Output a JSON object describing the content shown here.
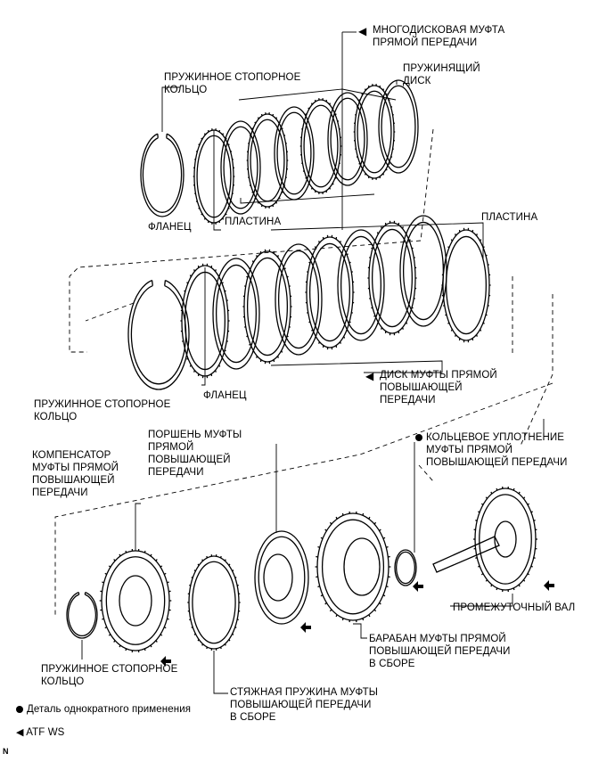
{
  "labels": {
    "multidisc_clutch": [
      "МНОГОДИСКОВАЯ МУФТА",
      "ПРЯМОЙ ПЕРЕДАЧИ"
    ],
    "snap_ring_top": [
      "ПРУЖИННОЕ СТОПОРНОЕ",
      "КОЛЬЦО"
    ],
    "cushion_plate": [
      "ПРУЖИНЯЩИЙ",
      "ДИСК"
    ],
    "flange_top": "ФЛАНЕЦ",
    "plate_top": "ПЛАСТИНА",
    "plate_mid": "ПЛАСТИНА",
    "snap_ring_mid": [
      "ПРУЖИННОЕ СТОПОРНОЕ",
      "КОЛЬЦО"
    ],
    "flange_mid": "ФЛАНЕЦ",
    "od_clutch_disc": [
      "ДИСК МУФТЫ ПРЯМОЙ",
      "ПОВЫШАЮЩЕЙ",
      "ПЕРЕДАЧИ"
    ],
    "o_ring": [
      "КОЛЬЦЕВОЕ УПЛОТНЕНИЕ",
      "МУФТЫ ПРЯМОЙ",
      "ПОВЫШАЮЩЕЙ ПЕРЕДАЧИ"
    ],
    "piston": [
      "ПОРШЕНЬ МУФТЫ",
      "ПРЯМОЙ",
      "ПОВЫШАЮЩЕЙ",
      "ПЕРЕДАЧИ"
    ],
    "compensator": [
      "КОМПЕНСАТОР",
      "МУФТЫ ПРЯМОЙ",
      "ПОВЫШАЮЩЕЙ",
      "ПЕРЕДАЧИ"
    ],
    "intermediate_shaft": "ПРОМЕЖУТОЧНЫЙ ВАЛ",
    "drum": [
      "БАРАБАН МУФТЫ ПРЯМОЙ",
      "ПОВЫШАЮЩЕЙ ПЕРЕДАЧИ",
      "В СБОРЕ"
    ],
    "snap_ring_bottom": [
      "ПРУЖИННОЕ СТОПОРНОЕ",
      "КОЛЬЦО"
    ],
    "return_spring": [
      "СТЯЖНАЯ ПРУЖИНА МУФТЫ",
      "ПОВЫШАЮЩЕЙ ПЕРЕДАЧИ",
      "В СБОРЕ"
    ]
  },
  "legend": {
    "non_reusable": "Деталь однократного применения",
    "atf": "ATF WS"
  },
  "figure_code": "N"
}
